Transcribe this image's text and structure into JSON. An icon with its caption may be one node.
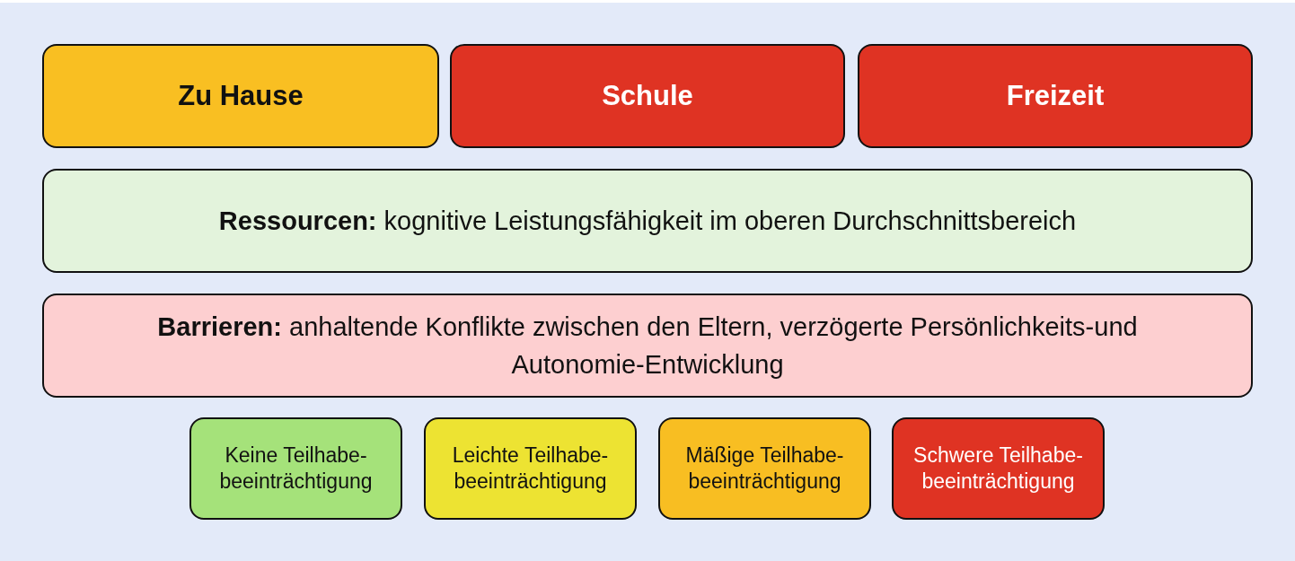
{
  "diagram": {
    "nodes": [
      {
        "text": [
          "Zu Hause"
        ]
      },
      {
        "text": [
          "Schule"
        ]
      },
      {
        "text": [
          "Freizeit"
        ]
      },
      {
        "text": [
          "**Ressourcen:** kognitive Leistungsfähigkeit im oberen Durchschnittsbereich"
        ]
      },
      {
        "text": [
          "**Barrieren:** anhaltende Konflikte zwischen den Eltern, verzögerte Persönlichkeits-und Autonomie-Entwicklung"
        ]
      }
    ],
    "legend": [
      {
        "text": "Keine Teilhabe- beeinträchtigung",
        "color": "#a5e27a"
      },
      {
        "text": "Leichte Teilhabe- beeinträchtigung",
        "color": "#ede332"
      },
      {
        "text": "Mäßige Teilhabe- beeinträchtigung",
        "color": "#f8be22"
      },
      {
        "text": "Schwere Teilhabe- beeinträchtigung",
        "color": "#df3323"
      }
    ]
  }
}
